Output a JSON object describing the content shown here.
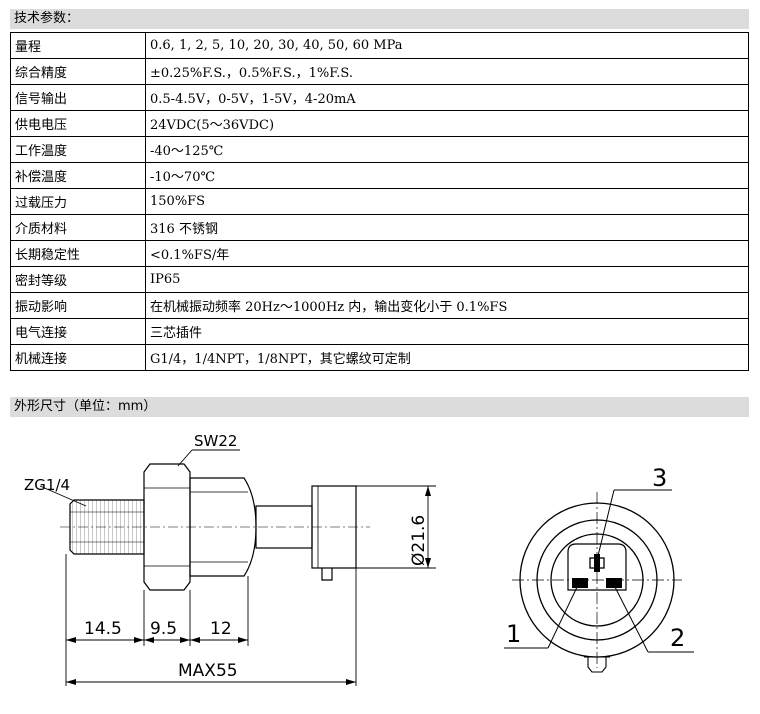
{
  "sections": {
    "spec_title": "技术参数：",
    "dim_title": "外形尺寸（单位：mm）"
  },
  "specs": [
    {
      "label": "量程",
      "value": "0.6, 1, 2, 5, 10, 20, 30, 40, 50, 60 MPa"
    },
    {
      "label": "综合精度",
      "value": "±0.25%F.S.，0.5%F.S.，1%F.S."
    },
    {
      "label": "信号输出",
      "value": "0.5-4.5V，0-5V，1-5V，4-20mA"
    },
    {
      "label": "供电电压",
      "value": "24VDC(5～36VDC)"
    },
    {
      "label": "工作温度",
      "value": "-40～125℃"
    },
    {
      "label": "补偿温度",
      "value": "-10～70℃"
    },
    {
      "label": "过载压力",
      "value": "150%FS"
    },
    {
      "label": "介质材料",
      "value": "316 不锈钢"
    },
    {
      "label": "长期稳定性",
      "value": "<0.1%FS/年"
    },
    {
      "label": "密封等级",
      "value": "IP65"
    },
    {
      "label": "振动影响",
      "value": "在机械振动频率 20Hz～1000Hz 内，输出变化小于 0.1%FS"
    },
    {
      "label": "电气连接",
      "value": "三芯插件"
    },
    {
      "label": "机械连接",
      "value": "G1/4，1/4NPT，1/8NPT，其它螺纹可定制"
    }
  ],
  "drawing": {
    "thread_label": "ZG1/4",
    "hex_label": "SW22",
    "diameter_label": "Ø21.6",
    "dim1": "14.5",
    "dim2": "9.5",
    "dim3": "12",
    "total": "MAX55",
    "pin1": "1",
    "pin2": "2",
    "pin3": "3"
  }
}
